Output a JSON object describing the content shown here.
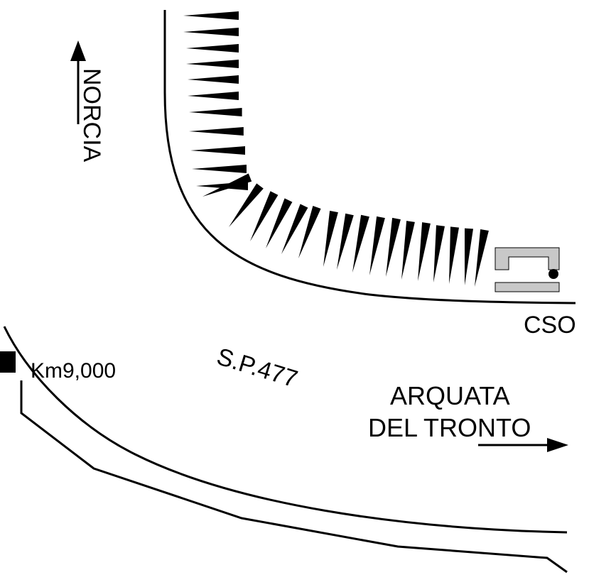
{
  "map": {
    "labels": {
      "norcia": "NORCIA",
      "cso": "CSO",
      "km_marker": "Km9,000",
      "road": "S.P.477",
      "arquata_line1": "ARQUATA",
      "arquata_line2": "DEL TRONTO"
    },
    "colors": {
      "ink": "#000000",
      "structure": "#c8c8c8",
      "background": "#ffffff"
    },
    "symbols": {
      "north_arrow": "arrow-up-icon",
      "east_arrow": "arrow-right-icon",
      "slope_hachures": "slope-hachure-marks",
      "cso_structure": "cso-building-icon",
      "km_marker": "kilometre-post-square"
    }
  }
}
